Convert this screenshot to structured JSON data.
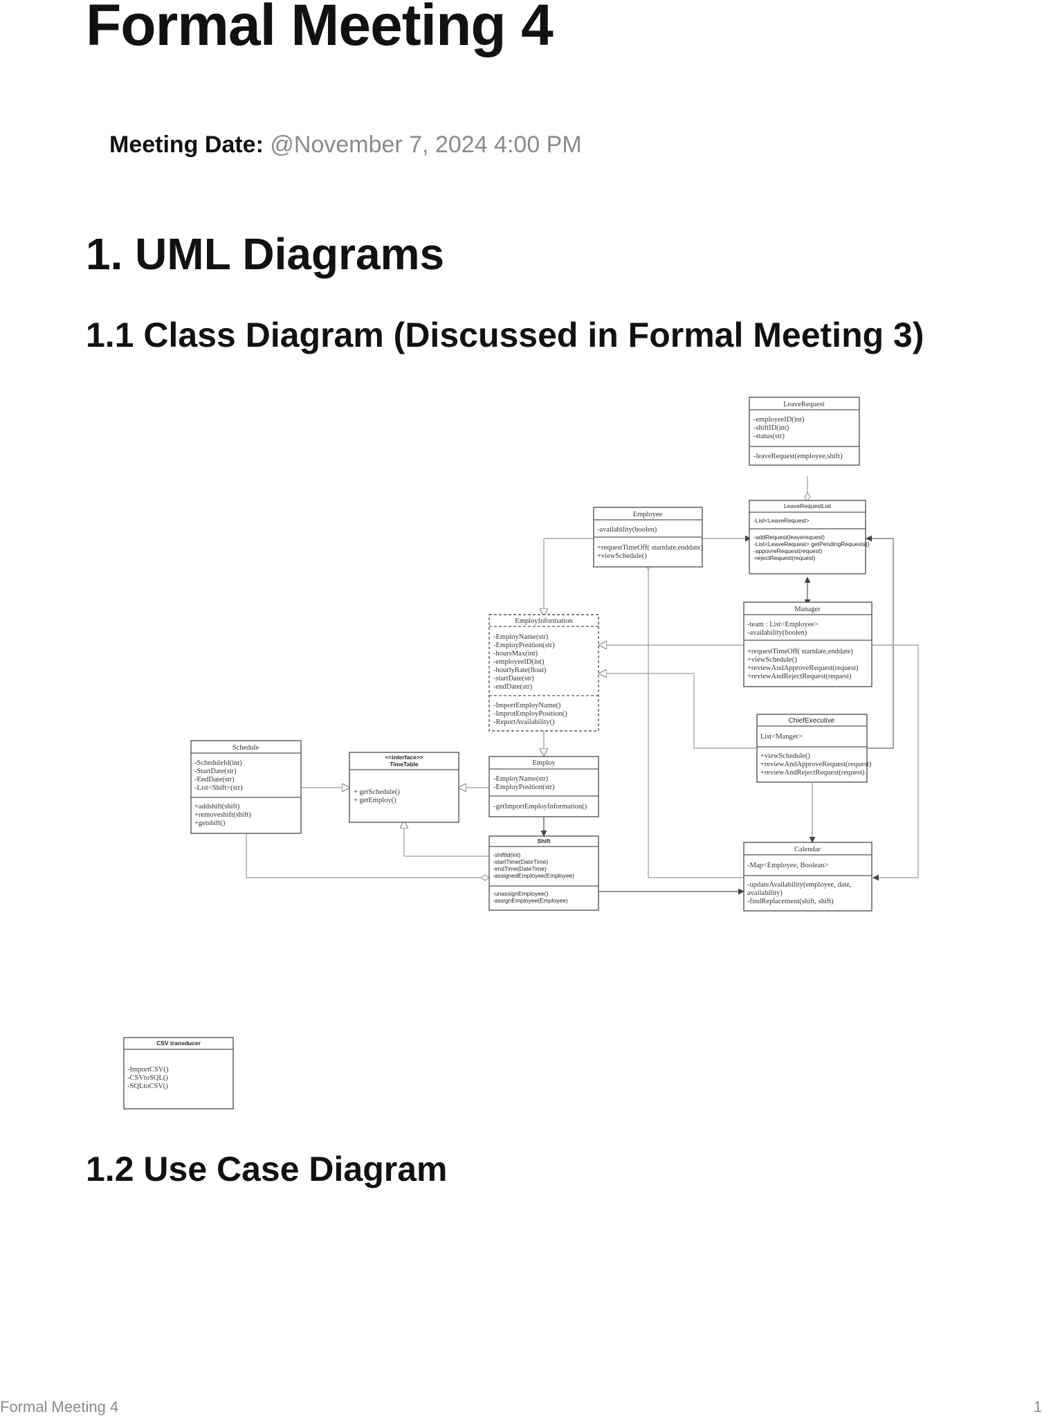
{
  "title": "Formal Meeting 4",
  "meeting": {
    "label": "Meeting Date:",
    "date": "@November 7, 2024 4:00 PM"
  },
  "section1": "1. UML Diagrams",
  "section1_1": "1.1 Class Diagram (Discussed in Formal Meeting 3)",
  "section1_2": "1.2 Use Case Diagram",
  "footer": {
    "doc": "Formal Meeting 4",
    "page": "1"
  },
  "classes": {
    "leave_request": {
      "name": "LeaveRequest",
      "attrs": [
        "-employeeID(int)",
        "-shiftID(int)",
        "-status(str)"
      ],
      "ops": [
        "-leaveRequest(employee,shift)"
      ]
    },
    "leave_request_list": {
      "name": "LeaveRequestList",
      "attrs": [
        "-List<LeaveRequest>"
      ],
      "ops": [
        "-addRequest(leaverequest)",
        "-List<LeaveRequest> getPendingRequests()",
        "-appovreRequest(request)",
        "-rejectRequest(request)"
      ]
    },
    "employee": {
      "name": "Employee",
      "attrs": [
        "-availability(boolen)"
      ],
      "ops": [
        "+requestTimeOff( startdate,enddate)",
        "+viewSchedule()"
      ]
    },
    "manager": {
      "name": "Manager",
      "attrs": [
        "-team : List<Employee>",
        "-availability(boolen)"
      ],
      "ops": [
        "+requestTimeOff( startdate,enddate)",
        "+viewSchedule()",
        "+reviewAndApproveRequest(request)",
        "+reviewAndRejectRequest(request)"
      ]
    },
    "employ_information": {
      "name": "EmployInformation",
      "attrs": [
        "-EmployName(str)",
        "-EmployPosition(str)",
        "-hoursMax(int)",
        "-employeeID(int)",
        "-hourlyRate(float)",
        "-startDate(str)",
        "-endDate(str)"
      ],
      "ops": [
        "-ImportEmployName()",
        "-ImprotEmployPosition()",
        "-ReportAvailability()"
      ]
    },
    "chief_executive": {
      "name": "ChiefExecutive",
      "attrs": [
        "List<Manger>"
      ],
      "ops": [
        "+viewSchedule()",
        "+reviewAndApproveRequest(request)",
        "+reviewAndRejectRequest(request)"
      ]
    },
    "schedule": {
      "name": "Schedule",
      "attrs": [
        "-ScheduleId(int)",
        "-StartDate(str)",
        "-EndDate(str)",
        "-List<Shift>(str)"
      ],
      "ops": [
        "+addshift(shift)",
        "+removeshift(shift)",
        "+getshift()"
      ]
    },
    "timetable": {
      "stereotype": "<<interface>>",
      "name": "TimeTable",
      "ops": [
        "+ getSchedule()",
        "+ getEmploy()"
      ]
    },
    "employ": {
      "name": "Employ",
      "attrs": [
        "-EmployName(str)",
        "-EmployPosition(str)"
      ],
      "ops": [
        "-getImportEmployInformation()"
      ]
    },
    "shift": {
      "name": "Shift",
      "attrs": [
        "-shiftId(int)",
        "-startTime(DateTime)",
        "-endTime(DateTime)",
        "-assignedEmployee(Employee)"
      ],
      "ops": [
        "-unassignEmployee()",
        "-assignEmployee(Employee)"
      ]
    },
    "calendar": {
      "name": "Calendar",
      "attrs": [
        "-Map<Employee, Boolean>"
      ],
      "ops": [
        "-updateAvailability(employee, date,",
        "availability)",
        "-findReplacement(shift, shift)"
      ]
    },
    "csv": {
      "name": "CSV transducer",
      "ops": [
        "-ImportCSV()",
        "-CSVtoSQL()",
        "-SQLtoCSV()"
      ]
    }
  }
}
